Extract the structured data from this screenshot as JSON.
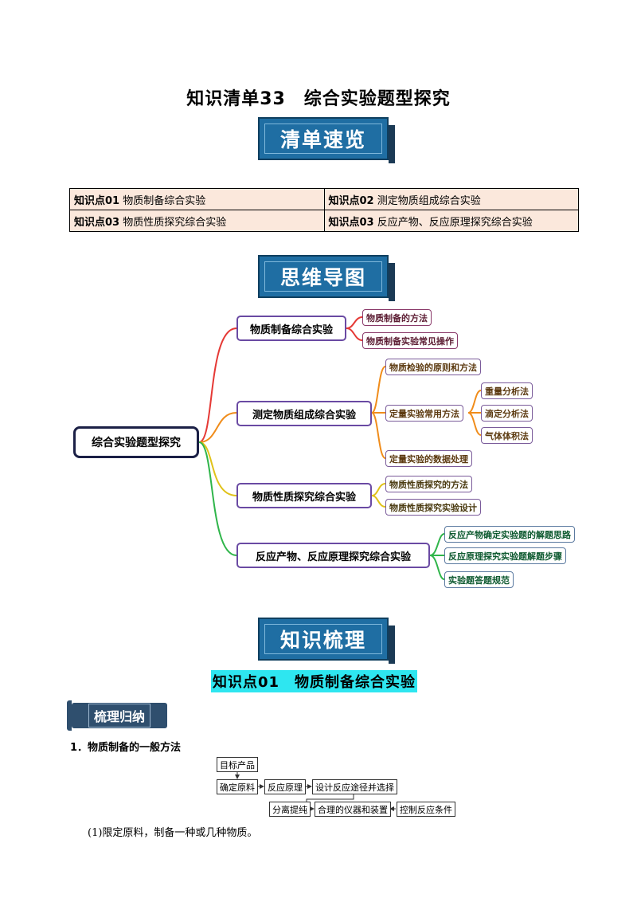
{
  "page_title": "知识清单33　综合实验题型探究",
  "banners": {
    "overview": "清单速览",
    "mindmap": "思维导图",
    "knowledge": "知识梳理"
  },
  "kp_table": [
    [
      {
        "prefix": "知识点01",
        "text": " 物质制备综合实验"
      },
      {
        "prefix": "知识点02",
        "text": " 测定物质组成综合实验"
      }
    ],
    [
      {
        "prefix": "知识点03",
        "text": " 物质性质探究综合实验"
      },
      {
        "prefix": "知识点03",
        "text": " 反应产物、反应原理探究综合实验"
      }
    ]
  ],
  "mindmap": {
    "root": "综合实验题型探究",
    "branches": [
      {
        "label": "物质制备综合实验",
        "color": "#e53935",
        "leaves": [
          "物质制备的方法",
          "物质制备实验常见操作"
        ]
      },
      {
        "label": "测定物质组成综合实验",
        "color": "#f08c1a",
        "leaves": [
          "物质检验的原则和方法",
          "定量实验常用方法",
          "定量实验的数据处理"
        ],
        "sub_leaves": [
          "重量分析法",
          "滴定分析法",
          "气体体积法"
        ]
      },
      {
        "label": "物质性质探究综合实验",
        "color": "#e0c21a",
        "leaves": [
          "物质性质探究的方法",
          "物质性质探究实验设计"
        ]
      },
      {
        "label": "反应产物、反应原理探究综合实验",
        "color": "#2fb54a",
        "leaves": [
          "反应产物确定实验题的解题思路",
          "反应原理探究实验题解题步骤",
          "实验题答题规范"
        ]
      }
    ]
  },
  "kp_heading": "知识点01　物质制备综合实验",
  "tag_label": "梳理归纳",
  "section1_title": "1．物质制备的一般方法",
  "flow": {
    "box1": "目标产品",
    "box2": "确定原料",
    "box3": "反应原理",
    "box4": "设计反应途径并选择",
    "box5": "分离提纯",
    "box6": "合理的仪器和装置",
    "box7": "控制反应条件"
  },
  "para1": "(1)限定原料，制备一种或几种物质。"
}
